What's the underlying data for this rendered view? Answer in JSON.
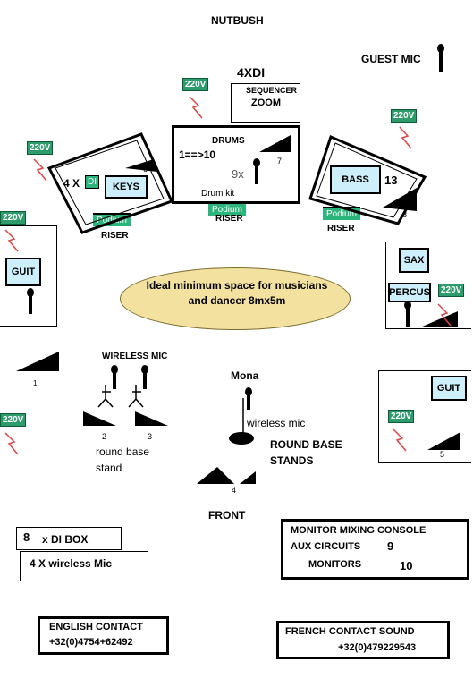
{
  "title": "NUTBUSH",
  "guest_mic": "GUEST MIC",
  "power_label": "220V",
  "di_count": "4XDI",
  "sequencer": "SEQUENCER",
  "zoom": "ZOOM",
  "drums": {
    "label": "DRUMS",
    "channels": "1==>10",
    "count": "9x",
    "num": "7",
    "kit": "Drum kit",
    "podium": "Podium",
    "riser": "RISER"
  },
  "keys": {
    "prefix": "4 X",
    "di": "DI",
    "label": "KEYS",
    "num": "6",
    "podium": "Podium",
    "riser": "RISER"
  },
  "bass": {
    "label": "BASS",
    "num": "13",
    "mon": "8",
    "podium": "Podium",
    "riser": "RISER"
  },
  "guit_left": "GUIT",
  "sax": "SAX",
  "percus": "PERCUS",
  "space_note": "Ideal minimum space for musicians and dancer 8mx5m",
  "wireless_mic": "WIRELESS MIC",
  "mon1": "1",
  "mon2": "2",
  "mon3": "3",
  "round_base_stand": "round base stand",
  "mona": "Mona",
  "mona_wireless": "wireless mic",
  "round_base_stands": "ROUND BASE STANDS",
  "guit_right": "GUIT",
  "mon5": "5",
  "mon4": "4",
  "front": "FRONT",
  "di_box": {
    "count": "8",
    "label": "x DI BOX"
  },
  "wireless_box": "4 X wireless Mic",
  "monitor_console": {
    "title": "MONITOR MIXING CONSOLE",
    "aux_label": "AUX CIRCUITS",
    "aux_value": "9",
    "mon_label": "MONITORS",
    "mon_value": "10"
  },
  "english_contact": {
    "label": "ENGLISH CONTACT",
    "phone": "+32(0)4754+62492"
  },
  "french_contact": {
    "label": "FRENCH  CONTACT SOUND",
    "phone": "+32(0)479229543"
  }
}
